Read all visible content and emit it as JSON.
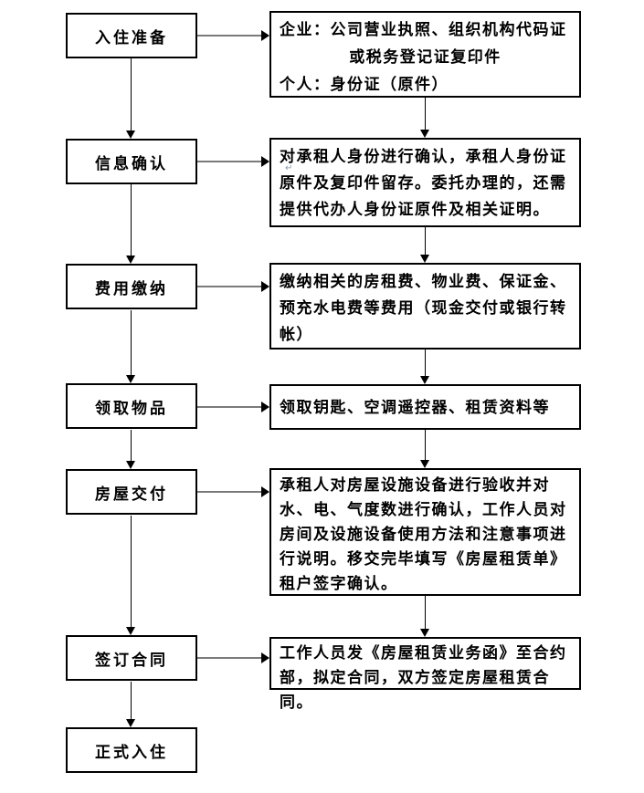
{
  "colors": {
    "background": "#ffffff",
    "box_border": "#000000",
    "text": "#000000",
    "connector_shaft": "#7a7a7a",
    "arrowhead": "#000000"
  },
  "steps": [
    {
      "label": "入住准备"
    },
    {
      "label": "信息确认"
    },
    {
      "label": "费用缴纳"
    },
    {
      "label": "领取物品"
    },
    {
      "label": "房屋交付"
    },
    {
      "label": "签订合同"
    },
    {
      "label": "正式入住"
    }
  ],
  "details": [
    {
      "company_requirement_line1": "企业：公司营业执照、组织机构代码证",
      "company_requirement_line2": "或税务登记证复印件",
      "personal_requirement": "个人：身份证（原件）"
    },
    {
      "lines": [
        "对承租人身份进行确认，承租人身份证",
        "原件及复印件留存。委托办理的，还需",
        "提供代办人身份证原件及相关证明。"
      ],
      "soft_return_mark": "↵"
    },
    {
      "lines": [
        "缴纳相关的房租费、物业费、保证金、",
        "预充水电费等费用（现金交付或银行转",
        "帐）"
      ]
    },
    {
      "lines": [
        "领取钥匙、空调遥控器、租赁资料等"
      ]
    },
    {
      "lines": [
        "承租人对房屋设施设备进行验收并对",
        "水、电、气度数进行确认，工作人员对",
        "房间及设施设备使用方法和注意事项进",
        "行说明。移交完毕填写《房屋租赁单》",
        "租户签字确认。"
      ]
    },
    {
      "lines": [
        "工作人员发《房屋租赁业务函》至合约",
        "部，拟定合同，双方签定房屋租赁合同。"
      ]
    }
  ]
}
